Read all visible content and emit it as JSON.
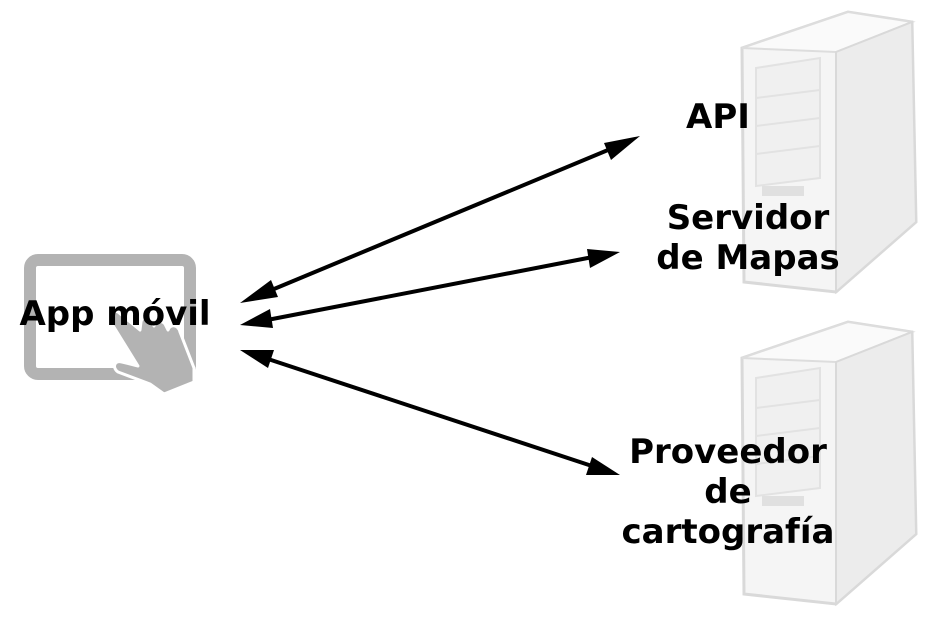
{
  "nodes": {
    "app": {
      "label": "App móvil",
      "icon": "tablet-touch-icon"
    },
    "api": {
      "label": "API",
      "icon": "server-icon"
    },
    "map_server": {
      "label_lines": [
        "Servidor",
        "de Mapas"
      ],
      "icon": "server-icon"
    },
    "carto": {
      "label_lines": [
        "Proveedor",
        "de",
        "cartografía"
      ],
      "icon": "server-icon"
    }
  },
  "edges": [
    {
      "from": "app",
      "to": "api",
      "direction": "both"
    },
    {
      "from": "app",
      "to": "map_server",
      "direction": "both"
    },
    {
      "from": "app",
      "to": "carto",
      "direction": "both"
    }
  ],
  "colors": {
    "text": "#000000",
    "arrow": "#000000",
    "tablet": "#b3b3b3",
    "server_body": "#f4f4f4",
    "server_stroke": "#d8d8d8"
  }
}
